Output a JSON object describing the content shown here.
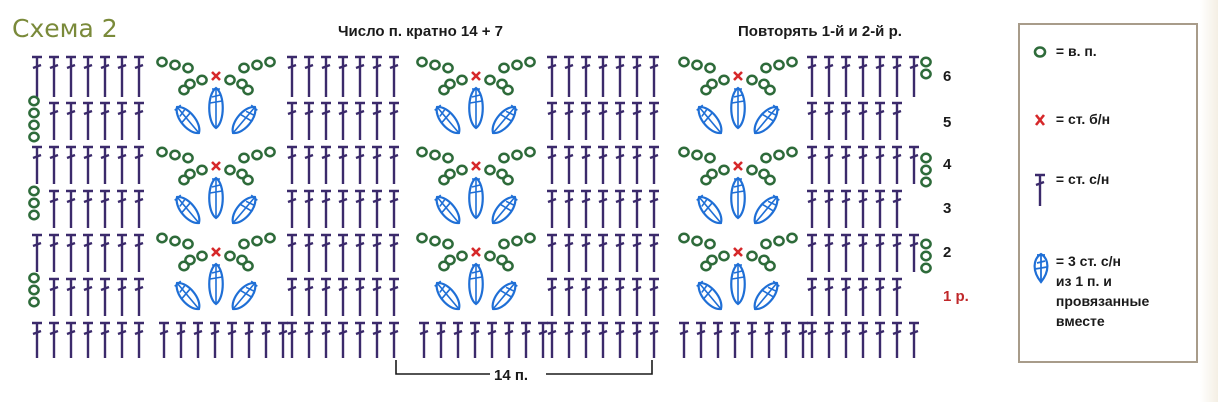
{
  "header": {
    "title": "Схема 2",
    "multiple": "Число п. кратно 14 + 7",
    "repeat": "Повторять 1-й и 2-й р."
  },
  "rows": [
    {
      "label": "6",
      "color": "#1a1a1a"
    },
    {
      "label": "5",
      "color": "#1a1a1a"
    },
    {
      "label": "4",
      "color": "#1a1a1a"
    },
    {
      "label": "3",
      "color": "#1a1a1a"
    },
    {
      "label": "2",
      "color": "#1a1a1a"
    },
    {
      "label": "1 р.",
      "color": "#c0282a"
    }
  ],
  "repeat_marker": "14 п.",
  "legend": {
    "chain": "= в. п.",
    "single": "= ст. б/н",
    "double": "= ст. с/н",
    "cluster_line1": "= 3 ст. с/н",
    "cluster_line2": "из 1 п. и",
    "cluster_line3": "провязанные",
    "cluster_line4": "вместе"
  },
  "colors": {
    "stitch": "#3b2a6b",
    "chain": "#2e6b3a",
    "single": "#d6282a",
    "cluster": "#1f6fd6",
    "title": "#7a8a3a",
    "legend_border": "#a89c8a"
  }
}
